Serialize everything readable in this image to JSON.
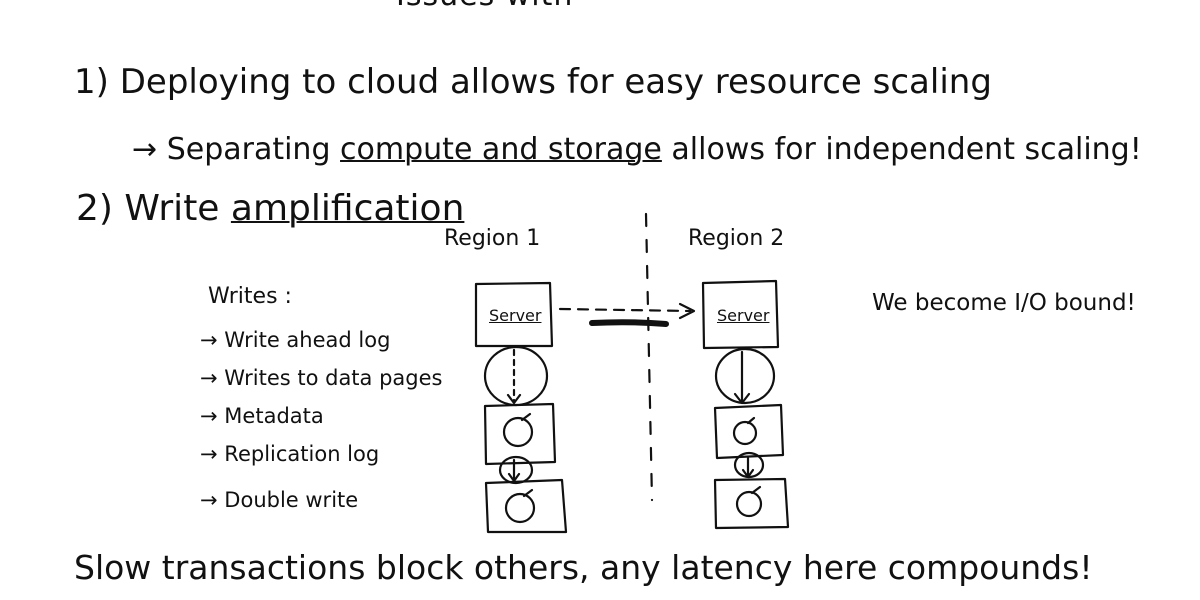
{
  "title": "Issues with",
  "point1": {
    "number": "1)",
    "text": "Deploying to cloud allows for easy resource scaling",
    "arrow": "→",
    "sub_prefix": "Separating",
    "sub_emphasis": "compute and storage",
    "sub_suffix": "allows for independent scaling!"
  },
  "point2": {
    "number": "2)",
    "word": "Write",
    "emphasis": "amplification"
  },
  "regions": {
    "left": "Region 1",
    "right": "Region 2"
  },
  "server_label": "Server",
  "writes": {
    "title": "Writes :",
    "arrow": "→",
    "items": [
      "Write ahead log",
      "Writes to data pages",
      "Metadata",
      "Replication log",
      "Double write"
    ]
  },
  "side_note": "We become I/O bound!",
  "bottom_note": "Slow transactions block others, any latency here compounds!"
}
